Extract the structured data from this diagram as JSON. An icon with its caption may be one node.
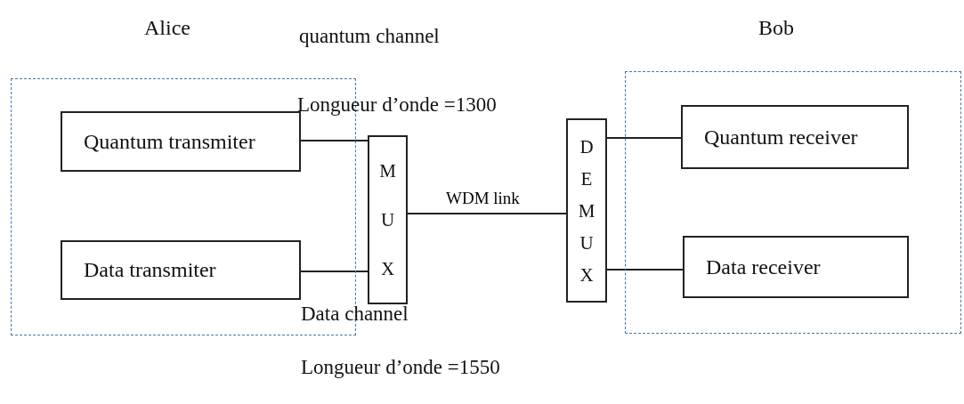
{
  "diagram": {
    "nodes": [
      {
        "text": [
          "Alice"
        ]
      },
      {
        "text": [
          "Quantum transmiter"
        ],
        "in": 0
      },
      {
        "text": [
          "Data transmiter"
        ],
        "in": 0
      },
      {
        "text": [
          "MUX"
        ]
      },
      {
        "text": [
          "DEMUX"
        ]
      },
      {
        "text": [
          "Bob"
        ]
      },
      {
        "text": [
          "Quantum receiver"
        ],
        "in": 5
      },
      {
        "text": [
          "Data receiver"
        ],
        "in": 5
      }
    ],
    "edges": [
      {
        "from": 1,
        "to": 3,
        "arrow": "none"
      },
      {
        "from": 2,
        "to": 3,
        "arrow": "none"
      },
      {
        "from": 3,
        "to": 4,
        "arrow": "none",
        "label": "WDM link"
      },
      {
        "from": 4,
        "to": 6,
        "arrow": "none"
      },
      {
        "from": 4,
        "to": 7,
        "arrow": "none"
      }
    ],
    "labels": [
      "quantum channel",
      "Longueur d’onde =1300",
      "Data channel",
      "Longueur d’onde =1550"
    ]
  }
}
